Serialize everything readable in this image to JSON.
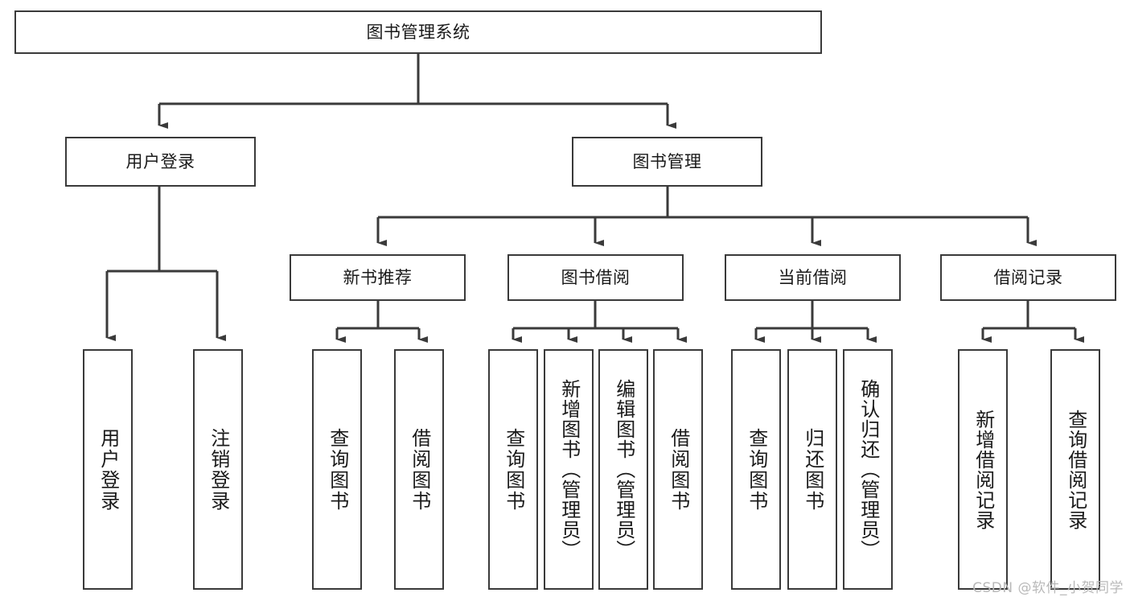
{
  "diagram": {
    "type": "hierarchy-tree",
    "title": "图书管理系统",
    "watermark": "CSDN @软件_小贺同学",
    "colors": {
      "background": "#ffffff",
      "border": "#3a3a3a",
      "text": "#1a1a1a",
      "connector": "#3a3a3a",
      "watermark": "#b9b9b9"
    },
    "levels": {
      "root": {
        "label": "图书管理系统"
      },
      "level1": [
        {
          "id": "user-login",
          "label": "用户登录"
        },
        {
          "id": "book-management",
          "label": "图书管理"
        }
      ],
      "level2": [
        {
          "id": "new-book-recommend",
          "label": "新书推荐",
          "parent": "book-management"
        },
        {
          "id": "book-borrow",
          "label": "图书借阅",
          "parent": "book-management"
        },
        {
          "id": "current-borrow",
          "label": "当前借阅",
          "parent": "book-management"
        },
        {
          "id": "borrow-record",
          "label": "借阅记录",
          "parent": "book-management"
        }
      ],
      "leaves": [
        {
          "id": "leaf-user-login",
          "label": "用户登录",
          "parent": "user-login"
        },
        {
          "id": "leaf-logout-login",
          "label": "注销登录",
          "parent": "user-login"
        },
        {
          "id": "leaf-query-book-1",
          "label": "查询图书",
          "parent": "new-book-recommend"
        },
        {
          "id": "leaf-borrow-book-1",
          "label": "借阅图书",
          "parent": "new-book-recommend"
        },
        {
          "id": "leaf-query-book-2",
          "label": "查询图书",
          "parent": "book-borrow"
        },
        {
          "id": "leaf-add-book",
          "label": "新增图书（管理员）",
          "parent": "book-borrow"
        },
        {
          "id": "leaf-edit-book",
          "label": "编辑图书（管理员）",
          "parent": "book-borrow"
        },
        {
          "id": "leaf-borrow-book-2",
          "label": "借阅图书",
          "parent": "book-borrow"
        },
        {
          "id": "leaf-query-book-3",
          "label": "查询图书",
          "parent": "current-borrow"
        },
        {
          "id": "leaf-return-book",
          "label": "归还图书",
          "parent": "current-borrow"
        },
        {
          "id": "leaf-confirm-return",
          "label": "确认归还（管理员）",
          "parent": "current-borrow"
        },
        {
          "id": "leaf-add-record",
          "label": "新增借阅记录",
          "parent": "borrow-record"
        },
        {
          "id": "leaf-query-record",
          "label": "查询借阅记录",
          "parent": "borrow-record"
        }
      ]
    }
  }
}
